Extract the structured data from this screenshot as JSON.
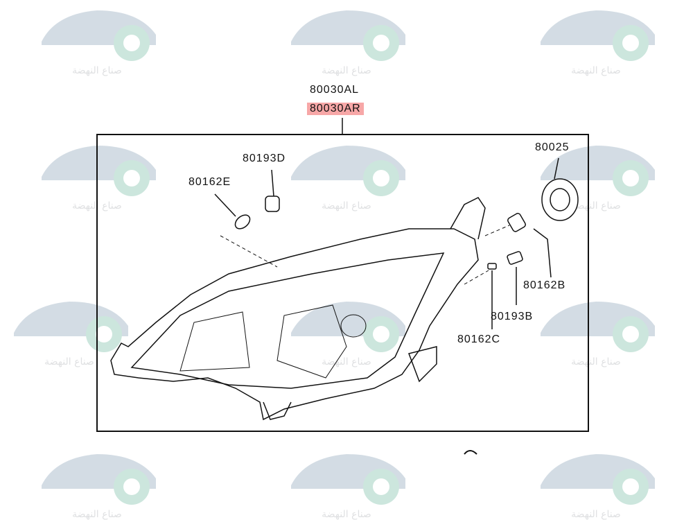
{
  "watermark": {
    "text": "صناع النهضة"
  },
  "assembly": {
    "left_part": "80030AL",
    "right_part": "80030AR",
    "highlight_color": "#f7a7a7"
  },
  "callouts": {
    "p80193D": "80193D",
    "p80162E": "80162E",
    "p80025": "80025",
    "p80162B": "80162B",
    "p80193B": "80193B",
    "p80162C": "80162C"
  }
}
